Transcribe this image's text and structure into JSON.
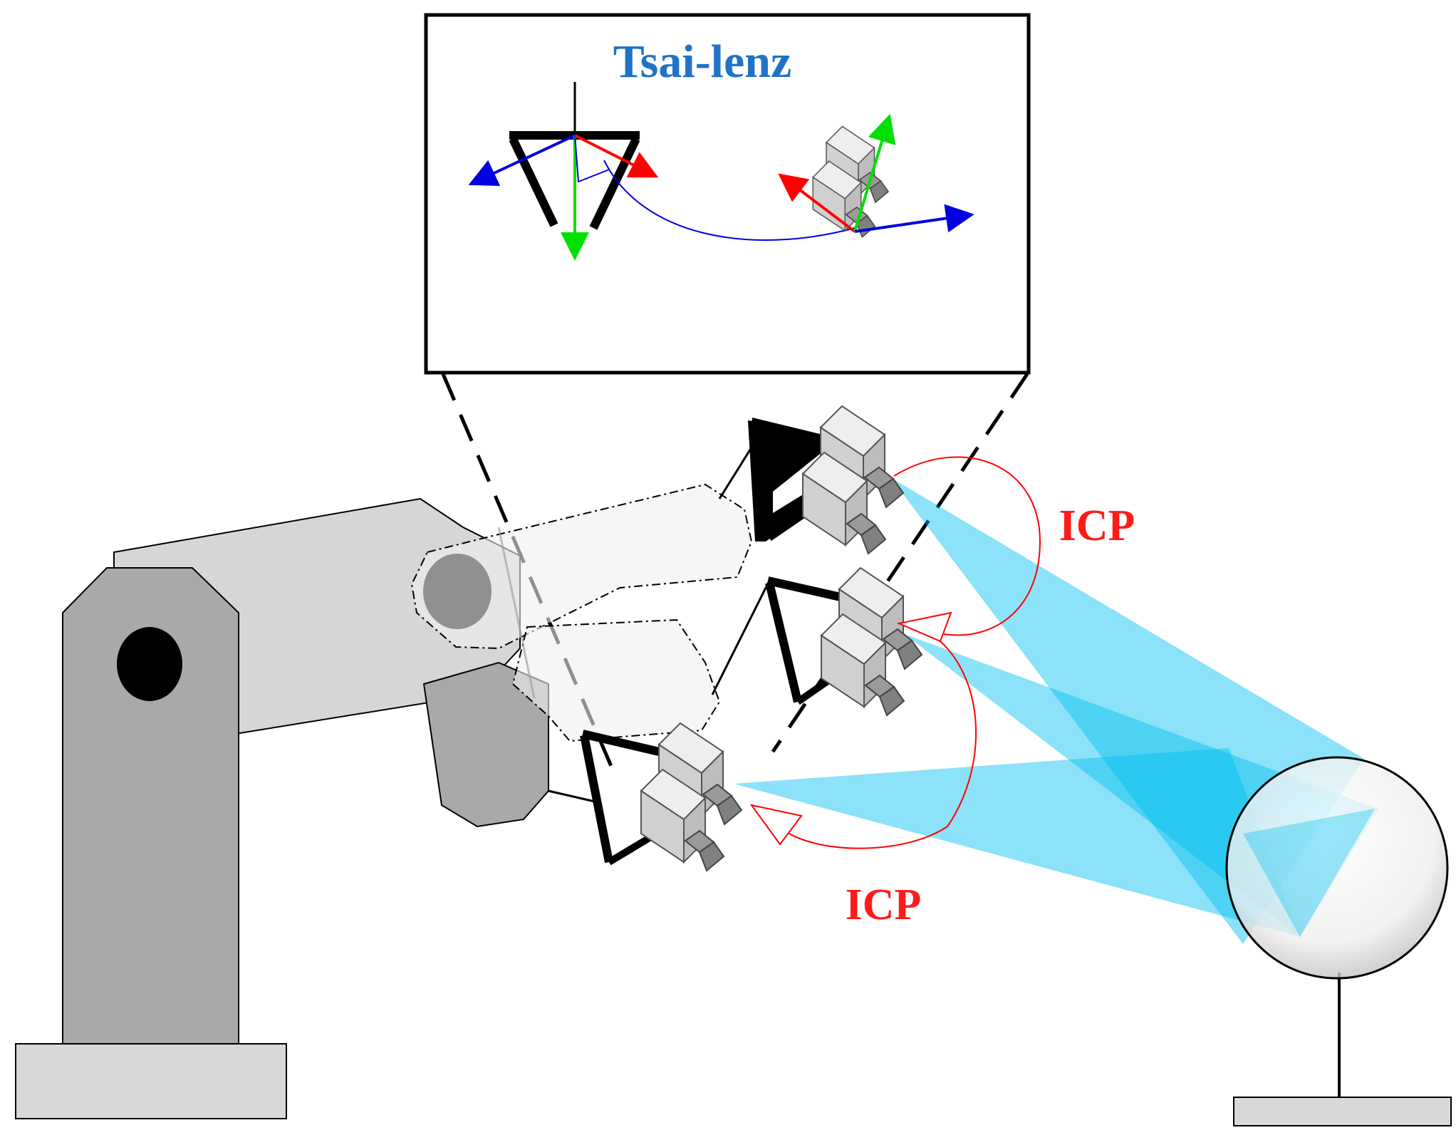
{
  "inset": {
    "title": "Tsai-lenz",
    "title_color": "#1f73c6"
  },
  "labels": {
    "icp_upper": "ICP",
    "icp_lower": "ICP",
    "icp_color": "#ff1a1a"
  },
  "colors": {
    "axis_x": "#ff0000",
    "axis_y": "#00e000",
    "axis_z": "#0000e0",
    "beam": "#00bff0",
    "robot_light": "#d6d6d6",
    "robot_dark": "#a9a9a9",
    "camera": "#d3d3d3"
  },
  "icons": {
    "robot_arm": "robot-arm-icon",
    "camera": "camera-icon",
    "sphere": "calibration-sphere-icon"
  }
}
